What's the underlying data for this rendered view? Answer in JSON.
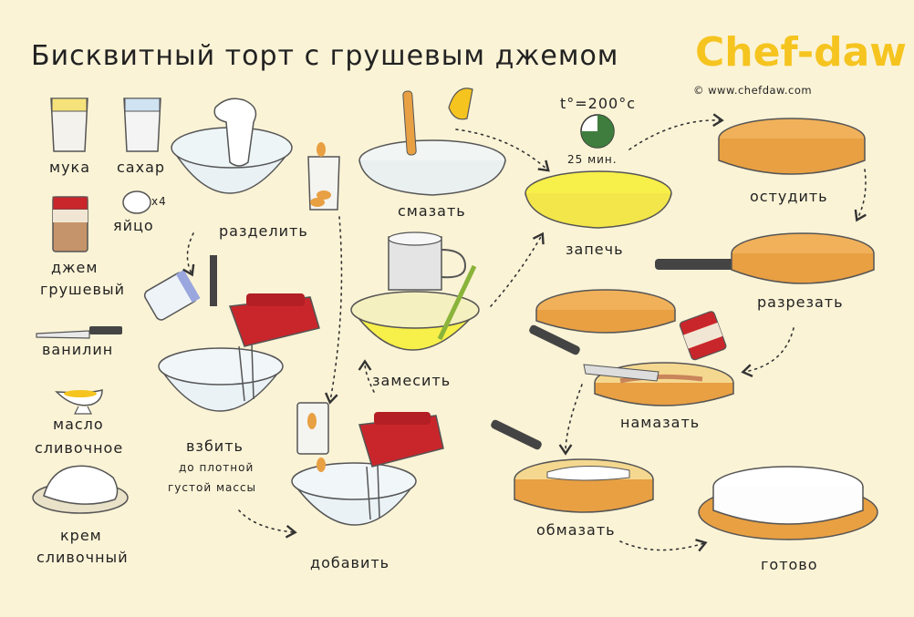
{
  "title": "Бисквитный торт с грушевым джемом",
  "brand": {
    "logo_text": "Chef-daw",
    "site": "© www.chefdaw.com",
    "color": "#f5c41f"
  },
  "ingredients": {
    "flour": "мука",
    "sugar": "сахар",
    "egg": "яйцо",
    "egg_count": "x4",
    "jam_line1": "джем",
    "jam_line2": "грушевый",
    "vanilla": "ванилин",
    "butter_line1": "масло",
    "butter_line2": "сливочное",
    "cream_line1": "крем",
    "cream_line2": "сливочный"
  },
  "steps": {
    "separate": "разделить",
    "grease": "смазать",
    "bake": "запечь",
    "cool": "остудить",
    "cut": "разрезать",
    "knead": "замесить",
    "whip": "взбить",
    "whip_note1": "до плотной",
    "whip_note2": "густой массы",
    "add": "добавить",
    "spread": "намазать",
    "coat": "обмазать",
    "done": "готово"
  },
  "oven": {
    "temperature": "t°=200°c",
    "time": "25 мин."
  },
  "colors": {
    "background": "#fbf3d6",
    "cake": "#e8a043",
    "mixer": "#c9262b",
    "batter": "#f7ef4a",
    "jam": "#c9845a"
  }
}
